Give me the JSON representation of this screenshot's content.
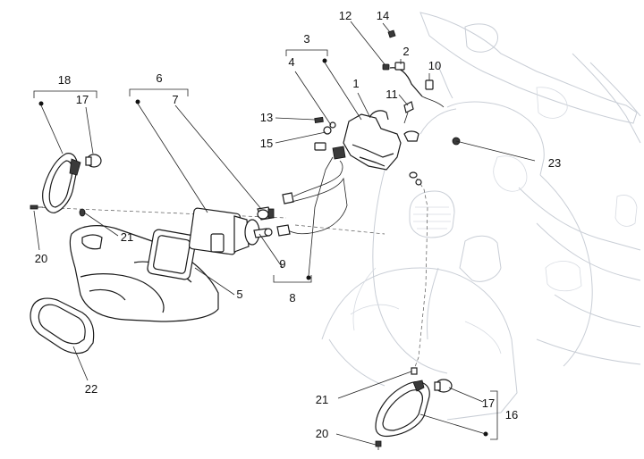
{
  "diagram": {
    "callouts": [
      {
        "id": "c1",
        "text": "1"
      },
      {
        "id": "c2",
        "text": "2"
      },
      {
        "id": "c3",
        "text": "3"
      },
      {
        "id": "c4",
        "text": "4"
      },
      {
        "id": "c5",
        "text": "5"
      },
      {
        "id": "c6",
        "text": "6"
      },
      {
        "id": "c7",
        "text": "7"
      },
      {
        "id": "c8",
        "text": "8"
      },
      {
        "id": "c9",
        "text": "9"
      },
      {
        "id": "c10",
        "text": "10"
      },
      {
        "id": "c11",
        "text": "11"
      },
      {
        "id": "c12",
        "text": "12"
      },
      {
        "id": "c13",
        "text": "13"
      },
      {
        "id": "c14",
        "text": "14"
      },
      {
        "id": "c15",
        "text": "15"
      },
      {
        "id": "c16",
        "text": "16"
      },
      {
        "id": "c17a",
        "text": "17"
      },
      {
        "id": "c17b",
        "text": "17"
      },
      {
        "id": "c18",
        "text": "18"
      },
      {
        "id": "c20a",
        "text": "20"
      },
      {
        "id": "c20b",
        "text": "20"
      },
      {
        "id": "c21a",
        "text": "21"
      },
      {
        "id": "c21b",
        "text": "21"
      },
      {
        "id": "c22",
        "text": "22"
      },
      {
        "id": "c23",
        "text": "23"
      }
    ]
  }
}
